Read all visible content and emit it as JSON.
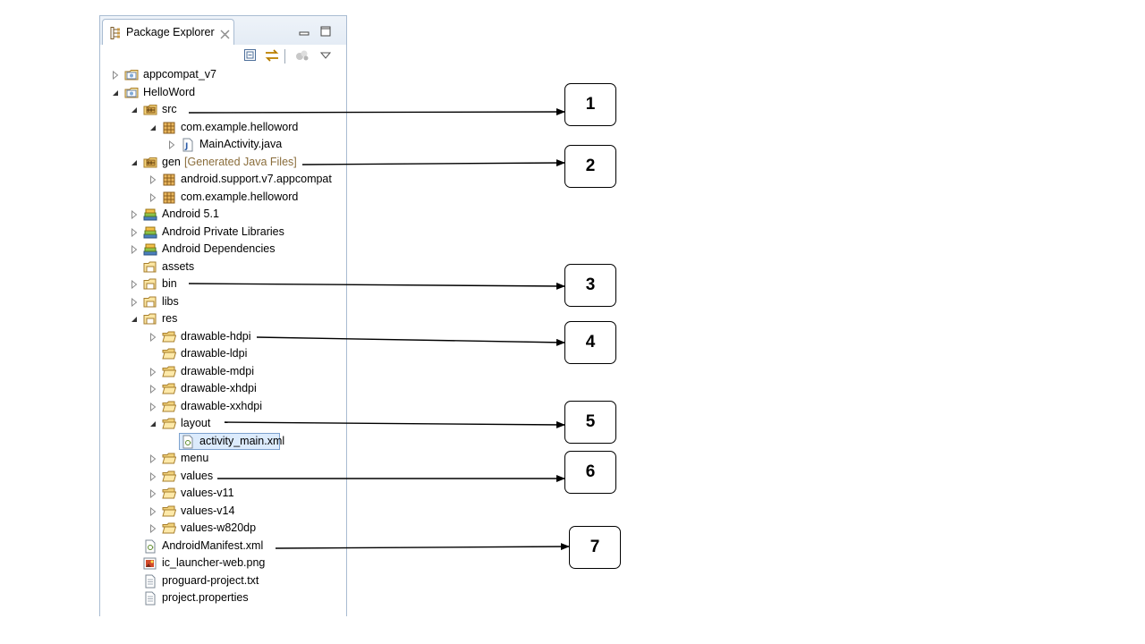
{
  "panel": {
    "tab_title": "Package Explorer",
    "icons": {
      "tab": "package-explorer-icon",
      "close": "close-icon",
      "minimize": "minimize-icon",
      "maximize": "maximize-icon",
      "collapse_all": "collapse-all-icon",
      "link_with_editor": "link-with-editor-icon",
      "focus": "focus-icon",
      "view_menu": "view-menu-icon"
    }
  },
  "tree": [
    {
      "label": "appcompat_v7",
      "icon": "project-icon",
      "toggle": "collapsed",
      "depth": 0
    },
    {
      "label": "HelloWord",
      "icon": "project-icon",
      "toggle": "expanded",
      "depth": 0
    },
    {
      "label": "src",
      "icon": "source-folder-icon",
      "toggle": "expanded",
      "depth": 1
    },
    {
      "label": "com.example.helloword",
      "icon": "package-icon",
      "toggle": "expanded",
      "depth": 2
    },
    {
      "label": "MainActivity.java",
      "icon": "java-file-icon",
      "toggle": "collapsed",
      "depth": 3
    },
    {
      "label": "gen",
      "deco": "[Generated Java Files]",
      "icon": "source-folder-icon",
      "toggle": "expanded",
      "depth": 1
    },
    {
      "label": "android.support.v7.appcompat",
      "icon": "package-icon",
      "toggle": "collapsed",
      "depth": 2
    },
    {
      "label": "com.example.helloword",
      "icon": "package-icon",
      "toggle": "collapsed",
      "depth": 2
    },
    {
      "label": "Android 5.1",
      "icon": "library-icon",
      "toggle": "collapsed",
      "depth": 1
    },
    {
      "label": "Android Private Libraries",
      "icon": "library-icon",
      "toggle": "collapsed",
      "depth": 1
    },
    {
      "label": "Android Dependencies",
      "icon": "library-icon",
      "toggle": "collapsed",
      "depth": 1
    },
    {
      "label": "assets",
      "icon": "folder-icon",
      "toggle": "none",
      "depth": 1
    },
    {
      "label": "bin",
      "icon": "folder-icon",
      "toggle": "collapsed",
      "depth": 1
    },
    {
      "label": "libs",
      "icon": "folder-icon",
      "toggle": "collapsed",
      "depth": 1
    },
    {
      "label": "res",
      "icon": "folder-icon",
      "toggle": "expanded",
      "depth": 1
    },
    {
      "label": "drawable-hdpi",
      "icon": "open-folder-icon",
      "toggle": "collapsed",
      "depth": 2
    },
    {
      "label": "drawable-ldpi",
      "icon": "open-folder-icon",
      "toggle": "none",
      "depth": 2
    },
    {
      "label": "drawable-mdpi",
      "icon": "open-folder-icon",
      "toggle": "collapsed",
      "depth": 2
    },
    {
      "label": "drawable-xhdpi",
      "icon": "open-folder-icon",
      "toggle": "collapsed",
      "depth": 2
    },
    {
      "label": "drawable-xxhdpi",
      "icon": "open-folder-icon",
      "toggle": "collapsed",
      "depth": 2
    },
    {
      "label": "layout",
      "icon": "open-folder-icon",
      "toggle": "expanded",
      "depth": 2
    },
    {
      "label": "activity_main.xml",
      "icon": "xml-file-icon",
      "toggle": "none",
      "depth": 3,
      "selected": true
    },
    {
      "label": "menu",
      "icon": "open-folder-icon",
      "toggle": "collapsed",
      "depth": 2
    },
    {
      "label": "values",
      "icon": "open-folder-icon",
      "toggle": "collapsed",
      "depth": 2
    },
    {
      "label": "values-v11",
      "icon": "open-folder-icon",
      "toggle": "collapsed",
      "depth": 2
    },
    {
      "label": "values-v14",
      "icon": "open-folder-icon",
      "toggle": "collapsed",
      "depth": 2
    },
    {
      "label": "values-w820dp",
      "icon": "open-folder-icon",
      "toggle": "collapsed",
      "depth": 2
    },
    {
      "label": "AndroidManifest.xml",
      "icon": "xml-file-icon",
      "toggle": "none",
      "depth": 1
    },
    {
      "label": "ic_launcher-web.png",
      "icon": "image-file-icon",
      "toggle": "none",
      "depth": 1
    },
    {
      "label": "proguard-project.txt",
      "icon": "text-file-icon",
      "toggle": "none",
      "depth": 1
    },
    {
      "label": "project.properties",
      "icon": "text-file-icon",
      "toggle": "none",
      "depth": 1
    }
  ],
  "callouts": [
    {
      "label": "1",
      "target": "src"
    },
    {
      "label": "2",
      "target": "gen [Generated Java Files]"
    },
    {
      "label": "3",
      "target": "bin"
    },
    {
      "label": "4",
      "target": "drawable-hdpi"
    },
    {
      "label": "5",
      "target": "layout"
    },
    {
      "label": "6",
      "target": "values"
    },
    {
      "label": "7",
      "target": "AndroidManifest.xml"
    }
  ]
}
